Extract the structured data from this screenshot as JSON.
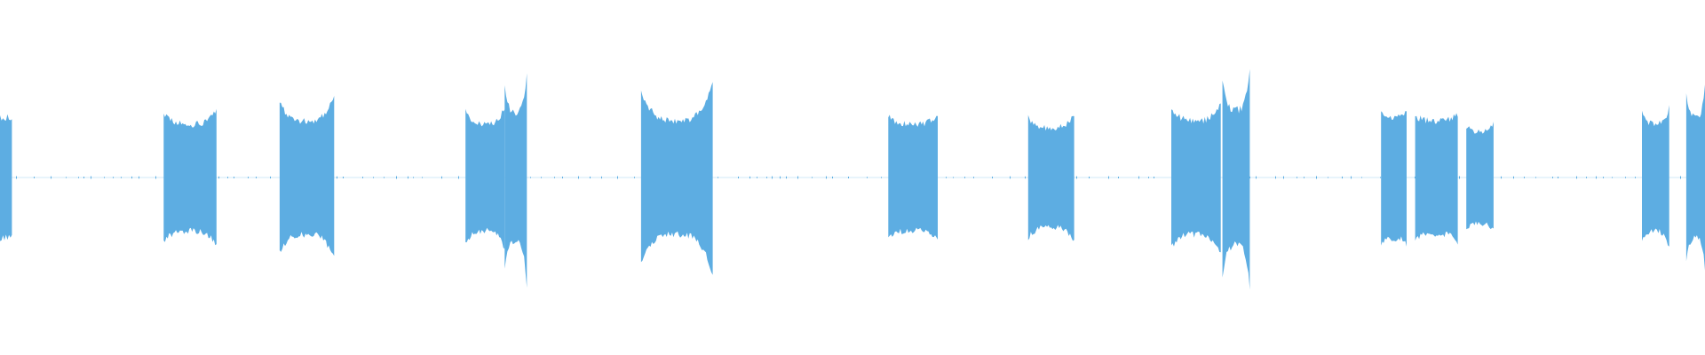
{
  "waveform": {
    "color": "#5dade2",
    "background": "#ffffff",
    "duration_fraction_segments": [
      {
        "start": 0.0,
        "end": 0.007,
        "amplitude": 0.17,
        "edge_peak": 0.17
      },
      {
        "start": 0.096,
        "end": 0.127,
        "amplitude": 0.15,
        "edge_peak": 0.19
      },
      {
        "start": 0.164,
        "end": 0.196,
        "amplitude": 0.16,
        "edge_peak": 0.23
      },
      {
        "start": 0.273,
        "end": 0.296,
        "amplitude": 0.15,
        "edge_peak": 0.2
      },
      {
        "start": 0.296,
        "end": 0.309,
        "amplitude": 0.18,
        "edge_peak": 0.3
      },
      {
        "start": 0.376,
        "end": 0.418,
        "amplitude": 0.16,
        "edge_peak": 0.27
      },
      {
        "start": 0.521,
        "end": 0.55,
        "amplitude": 0.15,
        "edge_peak": 0.18
      },
      {
        "start": 0.603,
        "end": 0.63,
        "amplitude": 0.14,
        "edge_peak": 0.18
      },
      {
        "start": 0.687,
        "end": 0.716,
        "amplitude": 0.16,
        "edge_peak": 0.21
      },
      {
        "start": 0.717,
        "end": 0.733,
        "amplitude": 0.19,
        "edge_peak": 0.31
      },
      {
        "start": 0.81,
        "end": 0.825,
        "amplitude": 0.17,
        "edge_peak": 0.19
      },
      {
        "start": 0.83,
        "end": 0.855,
        "amplitude": 0.16,
        "edge_peak": 0.18
      },
      {
        "start": 0.86,
        "end": 0.876,
        "amplitude": 0.13,
        "edge_peak": 0.15
      },
      {
        "start": 0.963,
        "end": 0.979,
        "amplitude": 0.15,
        "edge_peak": 0.2
      },
      {
        "start": 0.989,
        "end": 1.0,
        "amplitude": 0.17,
        "edge_peak": 0.26
      }
    ]
  }
}
